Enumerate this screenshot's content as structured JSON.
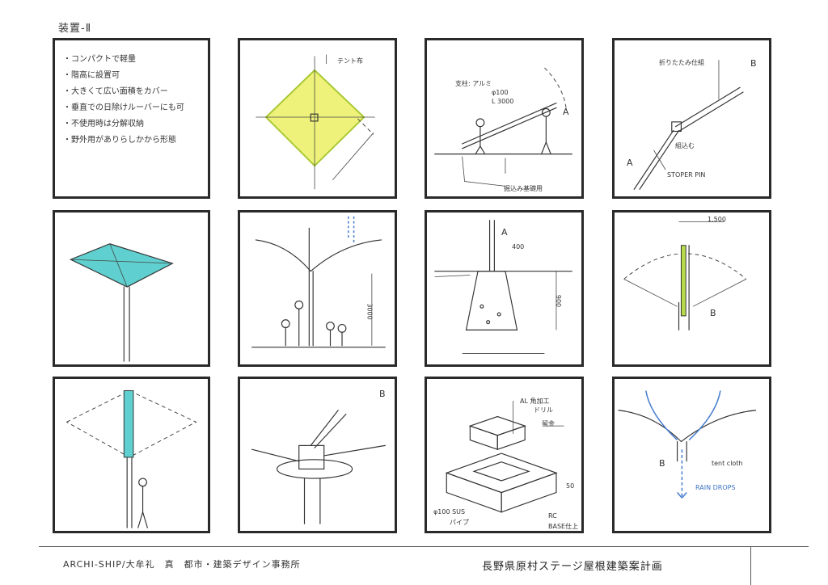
{
  "sheet_title": "装置-Ⅱ",
  "notes": [
    "・コンパクトで軽量",
    "・階高に設置可",
    "・大きくて広い面積をカバー",
    "・垂直での日除けルーバーにも可",
    "・不使用時は分解収納",
    "・野外用がありらしかから形態"
  ],
  "labels": {
    "p2_top": "テント布",
    "p3_spec1": "支柱: アルミ",
    "p3_spec2": "φ100",
    "p3_spec3": "L 3000",
    "p3_a": "A",
    "p3_bottom": "掘込み基礎用",
    "p4_top": "折りたたみ仕組",
    "p4_b": "B",
    "p4_a": "A",
    "p4_mid": "組込む",
    "p4_pin": "STOPER PIN",
    "p6_dim": "3000",
    "p7_a": "A",
    "p7_dim1": "400",
    "p7_dim2": "900",
    "p8_dim": "1,500",
    "p8_b": "B",
    "p10_b": "B",
    "p11_top1": "AL 角加工",
    "p11_top2": "ドリル",
    "p11_mid": "留金",
    "p11_dim": "50",
    "p11_bl1": "φ100 SUS",
    "p11_bl2": "パイプ",
    "p11_br1": "RC",
    "p11_br2": "BASE仕上",
    "p12_b": "B",
    "p12_cloth": "tent cloth",
    "p12_rain": "RAIN DROPS"
  },
  "footer": {
    "left": "ARCHI-SHIP/大牟礼　真　都市・建築デザイン事務所",
    "right": "長野県原村ステージ屋根建築案計画"
  },
  "colors": {
    "yellow_fill": "#eef27a",
    "yellow_edge": "#a8c832",
    "cyan_fill": "#5fd0cf",
    "blue_ink": "#4a7fd0",
    "green_pole": "#b6d94a"
  }
}
